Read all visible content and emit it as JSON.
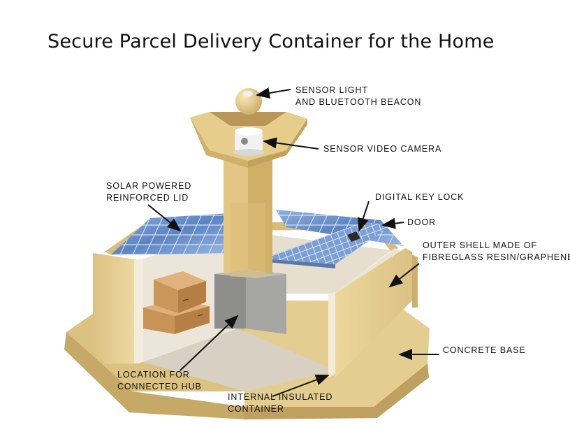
{
  "title": "Secure Parcel Delivery Container for the Home",
  "labels": {
    "sensor_light": [
      "SENSOR LIGHT",
      "AND BLUETOOTH BEACON"
    ],
    "sensor_camera": "SENSOR VIDEO CAMERA",
    "solar_lid": [
      "SOLAR POWERED",
      "REINFORCED LID"
    ],
    "key_lock": "DIGITAL KEY LOCK",
    "door": "DOOR",
    "outer_shell": [
      "OUTER SHELL MADE OF",
      "FIBREGLASS RESIN/GRAPHENE"
    ],
    "concrete_base": "CONCRETE BASE",
    "hub": [
      "LOCATION FOR",
      "CONNECTED HUB"
    ],
    "insulated": [
      "INTERNAL INSULATED",
      "CONTAINER"
    ]
  },
  "colors": {
    "shell": "#e6cf91",
    "shell_dark": "#c9ad6a",
    "inner_wall": "#ebe6dc",
    "floor": "#d9d3c6",
    "solar": "#6f93c9",
    "hub": "#9a9a98",
    "box": "#c8935a"
  }
}
